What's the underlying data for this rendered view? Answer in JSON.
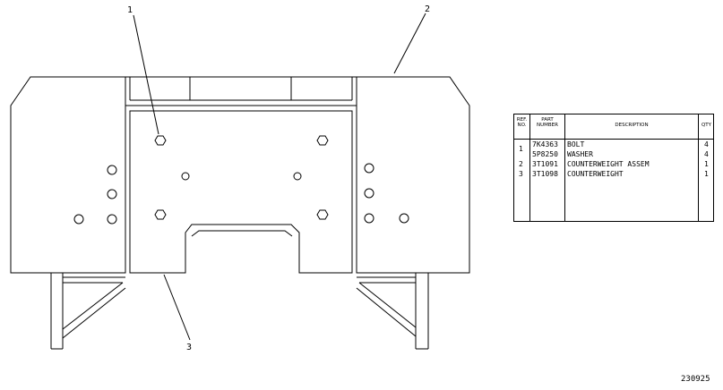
{
  "callouts": [
    "1",
    "2",
    "3"
  ],
  "table": {
    "headers": {
      "ref": "REF. NO.",
      "part": "PART NUMBER",
      "desc": "DESCRIPTION",
      "qty": "QTY"
    },
    "rows": [
      {
        "ref": "1",
        "part": "7K4363",
        "desc": "BOLT",
        "qty": "4"
      },
      {
        "ref": "",
        "part": "5P8250",
        "desc": "WASHER",
        "qty": "4"
      },
      {
        "ref": "2",
        "part": "3T1091",
        "desc": "COUNTERWEIGHT ASSEM",
        "qty": "1"
      },
      {
        "ref": "3",
        "part": "3T1098",
        "desc": "COUNTERWEIGHT",
        "qty": "1"
      }
    ]
  },
  "drawing_number": "230925"
}
